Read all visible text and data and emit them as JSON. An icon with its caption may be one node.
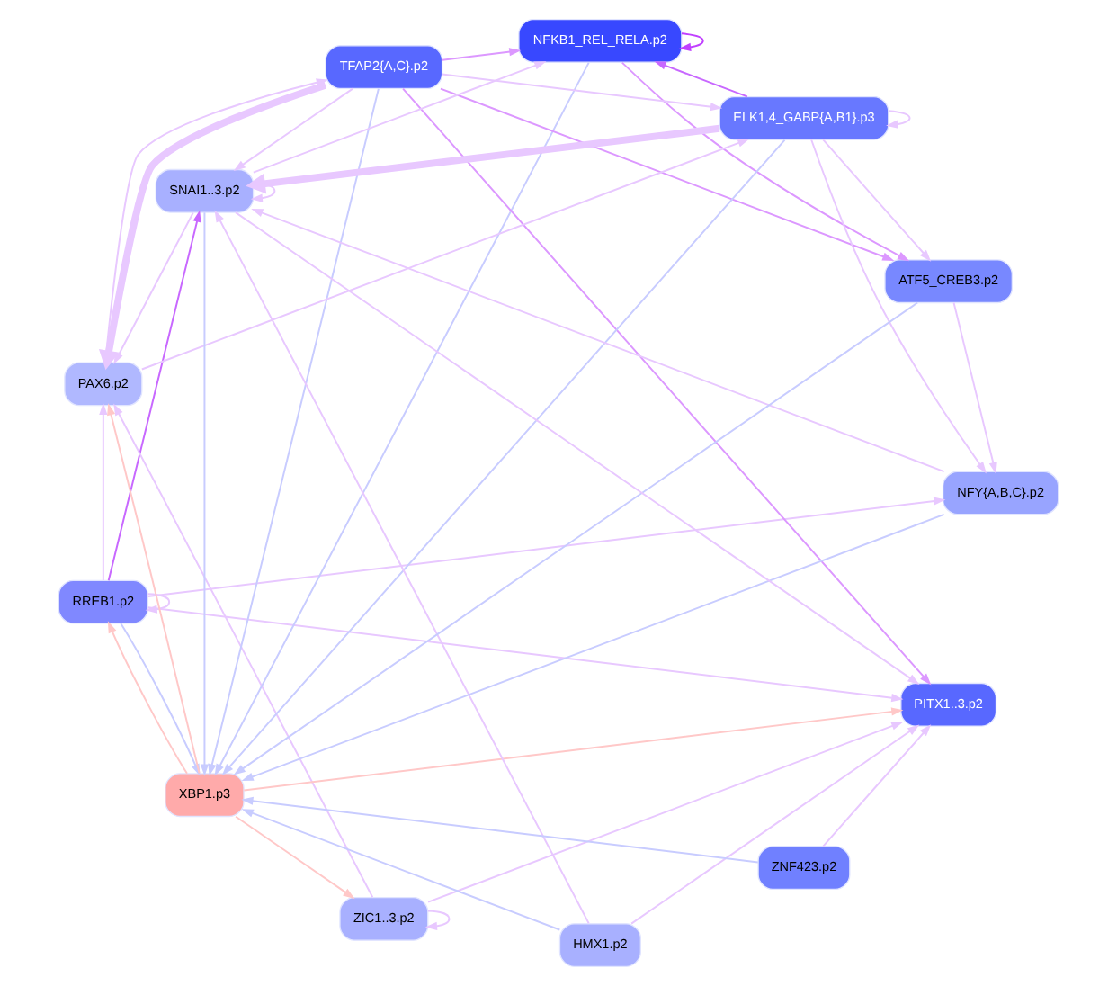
{
  "diagram": {
    "nodes": [
      {
        "text": [
          "RREB1.p2"
        ]
      },
      {
        "text": [
          "ZIC1..3.p2"
        ]
      },
      {
        "text": [
          "NFKB1_REL_RELA.p2"
        ]
      },
      {
        "text": [
          "PITX1..3.p2"
        ]
      },
      {
        "text": [
          "TFAP2{A,C}.p2"
        ]
      },
      {
        "text": [
          "PAX6.p2"
        ]
      },
      {
        "text": [
          "XBP1.p3"
        ]
      },
      {
        "text": [
          "ELK1,4_GABP{A,B1}.p3"
        ]
      },
      {
        "text": [
          "HMX1.p2"
        ]
      },
      {
        "text": [
          "NFY{A,B,C}.p2"
        ]
      },
      {
        "text": [
          "ZNF423.p2"
        ]
      },
      {
        "text": [
          "ATF5_CREB3.p2"
        ]
      },
      {
        "text": [
          "SNAI1..3.p2"
        ]
      }
    ],
    "edges": [
      {
        "from": 0,
        "to": 0,
        "arrow": "to"
      },
      {
        "from": 1,
        "to": 1,
        "arrow": "to"
      },
      {
        "from": 2,
        "to": 2,
        "arrow": "to",
        "color": "#c040ff"
      },
      {
        "from": 7,
        "to": 7,
        "arrow": "to"
      },
      {
        "from": 12,
        "to": 12,
        "arrow": "to"
      },
      {
        "from": 0,
        "to": 12,
        "arrow": "to",
        "color": "#c868ff"
      },
      {
        "from": 0,
        "to": 6,
        "arrow": "to",
        "color": "#c8ccff"
      },
      {
        "from": 6,
        "to": 0,
        "arrow": "to",
        "color": "#ffc8c8"
      },
      {
        "from": 6,
        "to": 1,
        "arrow": "to",
        "color": "#ffc8c8"
      },
      {
        "from": 6,
        "to": 3,
        "arrow": "to",
        "color": "#ffc8c8"
      },
      {
        "from": 6,
        "to": 5,
        "arrow": "to",
        "color": "#ffc8c8"
      },
      {
        "from": 2,
        "to": 6,
        "arrow": "to",
        "color": "#c8ccff"
      },
      {
        "from": 4,
        "to": 6,
        "arrow": "to",
        "color": "#c8ccff"
      },
      {
        "from": 7,
        "to": 6,
        "arrow": "to",
        "color": "#c8ccff"
      },
      {
        "from": 9,
        "to": 6,
        "arrow": "to",
        "color": "#c8ccff"
      },
      {
        "from": 11,
        "to": 6,
        "arrow": "to",
        "color": "#c8ccff"
      },
      {
        "from": 12,
        "to": 6,
        "arrow": "to",
        "color": "#c8ccff"
      },
      {
        "from": 10,
        "to": 6,
        "arrow": "to",
        "color": "#c8ccff"
      },
      {
        "from": 8,
        "to": 6,
        "arrow": "to",
        "color": "#c8ccff"
      },
      {
        "from": 0,
        "to": 3,
        "arrow": "to"
      },
      {
        "from": 1,
        "to": 3,
        "arrow": "to"
      },
      {
        "from": 0,
        "to": 5,
        "arrow": "to"
      },
      {
        "from": 1,
        "to": 5,
        "arrow": "to"
      },
      {
        "from": 4,
        "to": 3,
        "arrow": "to",
        "color": "#dc98ff"
      },
      {
        "from": 4,
        "to": 2,
        "arrow": "to",
        "color": "#dc98ff"
      },
      {
        "from": 4,
        "to": 5,
        "arrow": "to",
        "style": "thick"
      },
      {
        "from": 4,
        "to": 7,
        "arrow": "to"
      },
      {
        "from": 4,
        "to": 11,
        "arrow": "to",
        "color": "#dc98ff"
      },
      {
        "from": 4,
        "to": 12,
        "arrow": "to"
      },
      {
        "from": 7,
        "to": 2,
        "arrow": "to",
        "color": "#c868ff"
      },
      {
        "from": 2,
        "to": 11,
        "arrow": "to",
        "color": "#dc98ff"
      },
      {
        "from": 7,
        "to": 9,
        "arrow": "to"
      },
      {
        "from": 7,
        "to": 12,
        "arrow": "to",
        "style": "thick"
      },
      {
        "from": 7,
        "to": 11,
        "arrow": "to"
      },
      {
        "from": 9,
        "to": 12,
        "arrow": "to"
      },
      {
        "from": 11,
        "to": 9,
        "arrow": "to"
      },
      {
        "from": 12,
        "to": 2,
        "arrow": "to"
      },
      {
        "from": 12,
        "to": 3,
        "arrow": "to"
      },
      {
        "from": 12,
        "to": 5,
        "arrow": "to"
      },
      {
        "from": 10,
        "to": 3,
        "arrow": "to"
      },
      {
        "from": 8,
        "to": 12,
        "arrow": "to"
      },
      {
        "from": 0,
        "to": 9,
        "arrow": "to"
      },
      {
        "from": 8,
        "to": 3,
        "arrow": "to"
      },
      {
        "from": 5,
        "to": 7,
        "arrow": "to"
      },
      {
        "from": 5,
        "to": 4,
        "arrow": "to"
      }
    ]
  }
}
